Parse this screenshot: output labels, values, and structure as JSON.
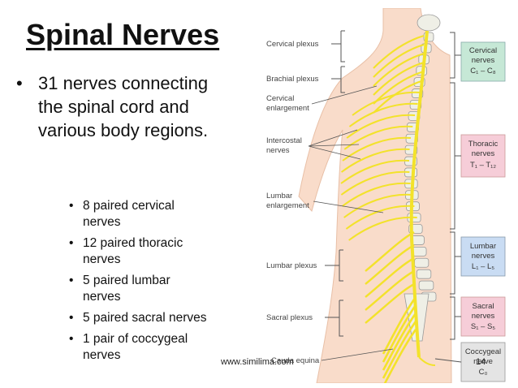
{
  "slide": {
    "title": "Spinal Nerves",
    "main_bullet": "31 nerves connecting the spinal cord and various body regions.",
    "sub_bullets": [
      "8 paired cervical nerves",
      "12 paired thoracic nerves",
      "5 paired lumbar nerves",
      "5 paired sacral nerves",
      "1 pair of coccygeal nerves"
    ],
    "watermark": "www.similima.com",
    "page_number": "14"
  },
  "figure": {
    "left_labels": {
      "cervical_plexus": "Cervical plexus",
      "brachial_plexus": "Brachial plexus",
      "cervical_enlargement_1": "Cervical",
      "cervical_enlargement_2": "enlargement",
      "intercostal_1": "Intercostal",
      "intercostal_2": "nerves",
      "lumbar_enlargement_1": "Lumbar",
      "lumbar_enlargement_2": "enlargement",
      "lumbar_plexus": "Lumbar plexus",
      "sacral_plexus": "Sacral plexus",
      "cauda_equina": "Cauda equina"
    },
    "right_boxes": [
      {
        "key": "cervical",
        "line1": "Cervical",
        "line2": "nerves",
        "range": "C₁ – C₈",
        "bg": "#c6e8d6"
      },
      {
        "key": "thoracic",
        "line1": "Thoracic",
        "line2": "nerves",
        "range": "T₁ – T₁₂",
        "bg": "#f6cdd8"
      },
      {
        "key": "lumbar",
        "line1": "Lumbar",
        "line2": "nerves",
        "range": "L₁ – L₅",
        "bg": "#c9dcf3"
      },
      {
        "key": "sacral",
        "line1": "Sacral",
        "line2": "nerves",
        "range": "S₁ – S₅",
        "bg": "#f6cdd8"
      },
      {
        "key": "coccygeal",
        "line1": "Coccygeal",
        "line2": "nerve",
        "range": "C₀",
        "bg": "#e4e4e4"
      }
    ],
    "colors": {
      "skin": "#f9dcca",
      "spine_bone": "#efefe6",
      "nerve": "#f3e22b",
      "nerve_outline": "#a89a10",
      "label_text": "#444444"
    }
  }
}
